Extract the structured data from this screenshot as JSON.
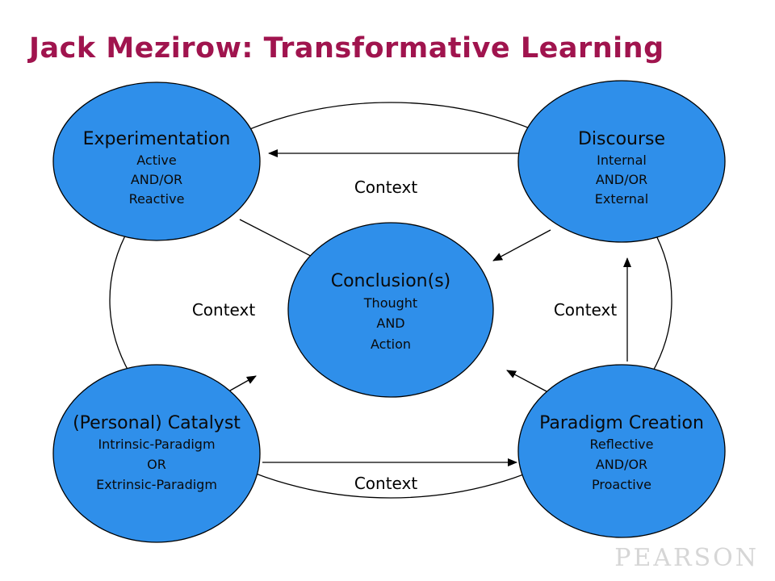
{
  "title": "Jack Mezirow: Transformative Learning",
  "nodes": {
    "experimentation": {
      "title": "Experimentation",
      "lines": [
        "Active",
        "AND/OR",
        "Reactive"
      ]
    },
    "discourse": {
      "title": "Discourse",
      "lines": [
        "Internal",
        "AND/OR",
        "External"
      ]
    },
    "conclusion": {
      "title": "Conclusion(s)",
      "lines": [
        "Thought",
        "AND",
        "Action"
      ]
    },
    "catalyst": {
      "title": "(Personal) Catalyst",
      "lines": [
        "Intrinsic-Paradigm",
        "OR",
        "Extrinsic-Paradigm"
      ]
    },
    "paradigm": {
      "title": "Paradigm Creation",
      "lines": [
        "Reflective",
        "AND/OR",
        "Proactive"
      ]
    }
  },
  "context_labels": {
    "top": "Context",
    "left": "Context",
    "right": "Context",
    "bottom": "Context"
  },
  "colors": {
    "title": "#a0144e",
    "node_fill": "#2f8fea",
    "outline": "#000000"
  },
  "logo": "PEARSON"
}
